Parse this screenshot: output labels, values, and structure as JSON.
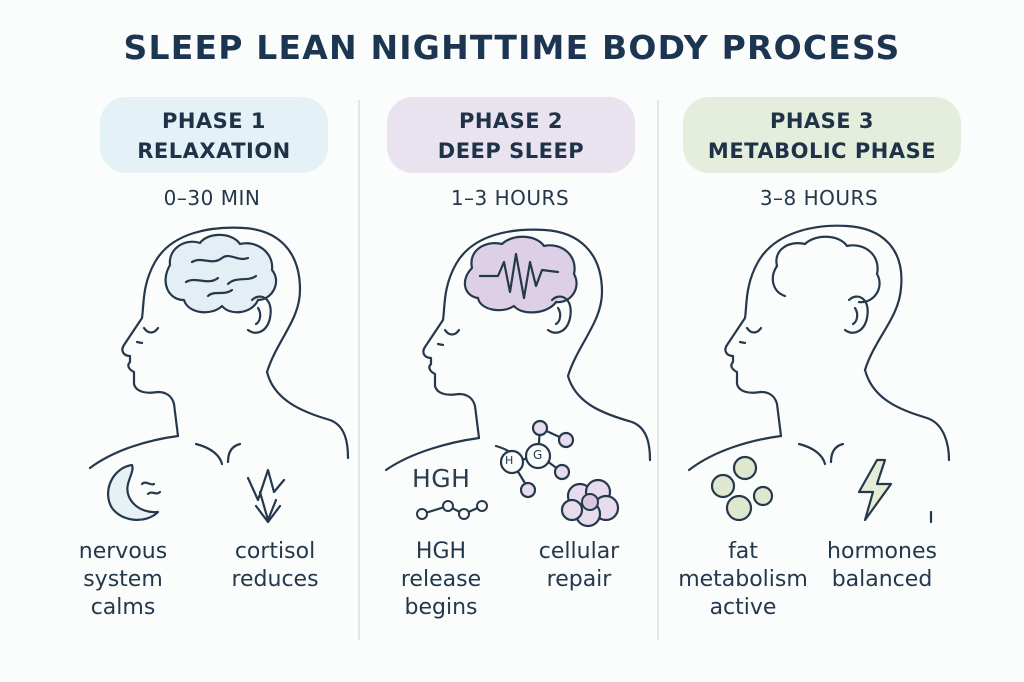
{
  "title": "SLEEP LEAN NIGHTTIME BODY PROCESS",
  "colors": {
    "phase1_bg": "#e4f1f6",
    "phase2_bg": "#e9e3f0",
    "phase3_bg": "#e5eedc",
    "brain2_fill": "#ddd0e6",
    "brain1_fill": "#e4eff5",
    "fat_fill": "#dfe8cf",
    "bolt_fill": "#e6edd7",
    "moon_fill": "#e6f1f5",
    "cell_fill": "#e6dcee"
  },
  "phases": [
    {
      "phase": "PHASE 1",
      "name": "RELAXATION",
      "duration": "0–30 MIN",
      "items": [
        {
          "icon": "moon-icon",
          "label": [
            "nervous",
            "system",
            "calms"
          ]
        },
        {
          "icon": "down-arrow-icon",
          "label": [
            "cortisol",
            "reduces"
          ]
        }
      ]
    },
    {
      "phase": "PHASE 2",
      "name": "DEEP SLEEP",
      "duration": "1–3 HOURS",
      "hgh_text": "HGH",
      "molecule_letters": [
        "H",
        "G"
      ],
      "items": [
        {
          "icon": "hgh-molecule-icon",
          "label": [
            "HGH",
            "release",
            "begins"
          ]
        },
        {
          "icon": "cells-icon",
          "label": [
            "cellular",
            "repair"
          ]
        }
      ]
    },
    {
      "phase": "PHASE 3",
      "name": "METABOLIC PHASE",
      "duration": "3–8 HOURS",
      "items": [
        {
          "icon": "fat-cells-icon",
          "label": [
            "fat",
            "metabolism",
            "active"
          ]
        },
        {
          "icon": "lightning-icon",
          "label": [
            "hormones",
            "balanced"
          ]
        }
      ]
    }
  ]
}
